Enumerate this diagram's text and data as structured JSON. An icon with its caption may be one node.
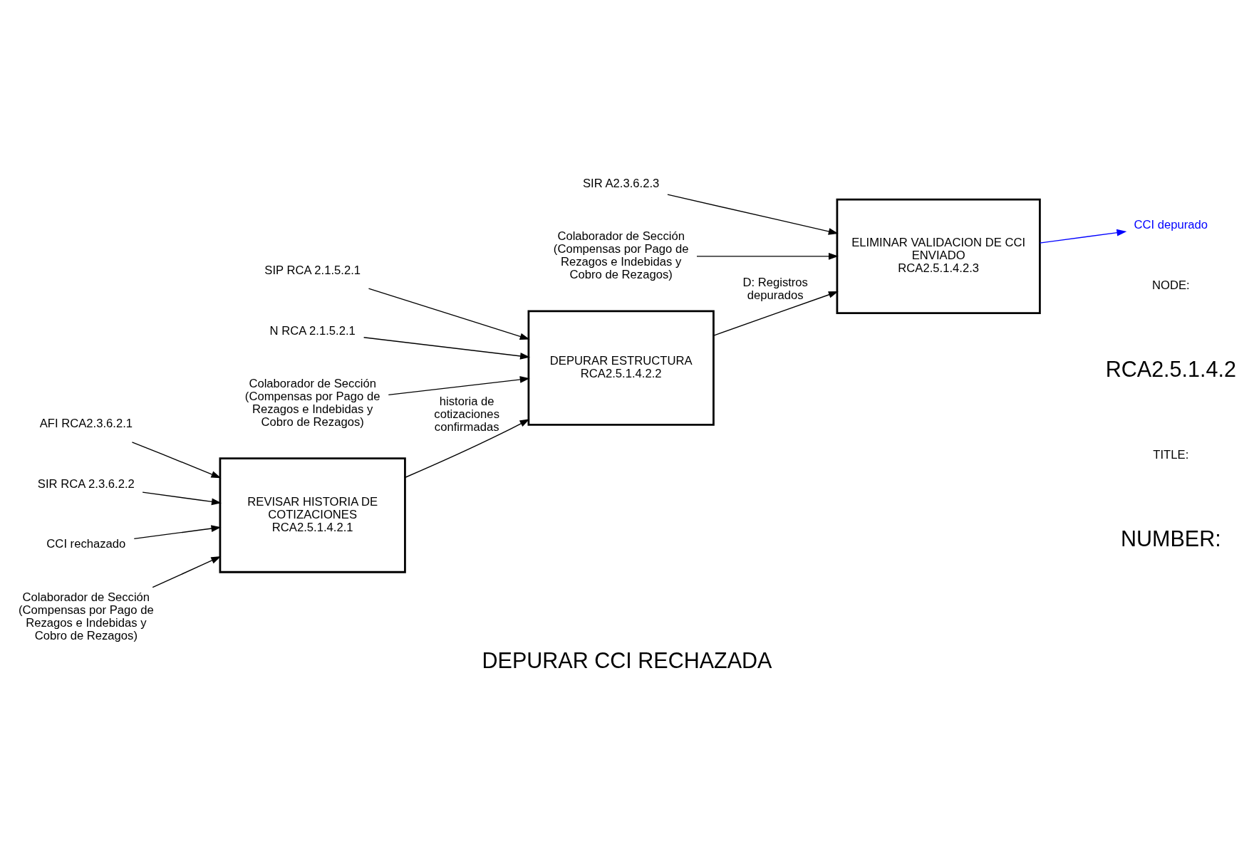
{
  "diagram": {
    "title": "DEPURAR CCI RECHAZADA",
    "nodes": [
      {
        "text": [
          "REVISAR HISTORIA DE COTIZACIONES",
          "RCA2.5.1.4.2.1"
        ]
      },
      {
        "text": [
          "DEPURAR ESTRUCTURA",
          "RCA2.5.1.4.2.2"
        ]
      },
      {
        "text": [
          "ELIMINAR VALIDACION DE CCI ENVIADO",
          "RCA2.5.1.4.2.3"
        ]
      },
      {
        "text": [
          "AFI RCA2.3.6.2.1"
        ]
      },
      {
        "text": [
          "SIR RCA 2.3.6.2.2"
        ]
      },
      {
        "text": [
          "SIP RCA 2.1.5.2.1"
        ]
      },
      {
        "text": [
          "N RCA 2.1.5.2.1"
        ]
      },
      {
        "text": [
          "SIR A2.3.6.2.3"
        ]
      },
      {
        "text": [
          "CCI rechazado"
        ]
      },
      {
        "text": [
          "CCI depurado"
        ]
      },
      {
        "text": [
          "Colaborador de Sección (Compensas por Pago de Rezagos e Indebidas y Cobro de Rezagos)"
        ]
      },
      {
        "text": [
          "Colaborador de Sección (Compensas por Pago de Rezagos e Indebidas y Cobro de Rezagos)"
        ]
      },
      {
        "text": [
          "Colaborador de Sección (Compensas por Pago de Rezagos e Indebidas y Cobro de Rezagos)"
        ]
      }
    ],
    "edges": [
      {
        "from": 3,
        "to": 0,
        "arrow": "to"
      },
      {
        "from": 4,
        "to": 0,
        "arrow": "to"
      },
      {
        "from": 8,
        "to": 0,
        "arrow": "to"
      },
      {
        "from": 10,
        "to": 0,
        "arrow": "to"
      },
      {
        "from": 0,
        "to": 1,
        "arrow": "to",
        "label": "historia de cotizaciones confirmadas"
      },
      {
        "from": 5,
        "to": 1,
        "arrow": "to"
      },
      {
        "from": 6,
        "to": 1,
        "arrow": "to"
      },
      {
        "from": 11,
        "to": 1,
        "arrow": "to"
      },
      {
        "from": 1,
        "to": 2,
        "arrow": "to",
        "label": "D: Registros depurados"
      },
      {
        "from": 7,
        "to": 2,
        "arrow": "to"
      },
      {
        "from": 12,
        "to": 2,
        "arrow": "to"
      },
      {
        "from": 2,
        "to": 9,
        "arrow": "to",
        "color": "#0000ff"
      }
    ],
    "labels": [
      "NODE:",
      "RCA2.5.1.4.2",
      "TITLE:",
      "NUMBER:"
    ]
  }
}
